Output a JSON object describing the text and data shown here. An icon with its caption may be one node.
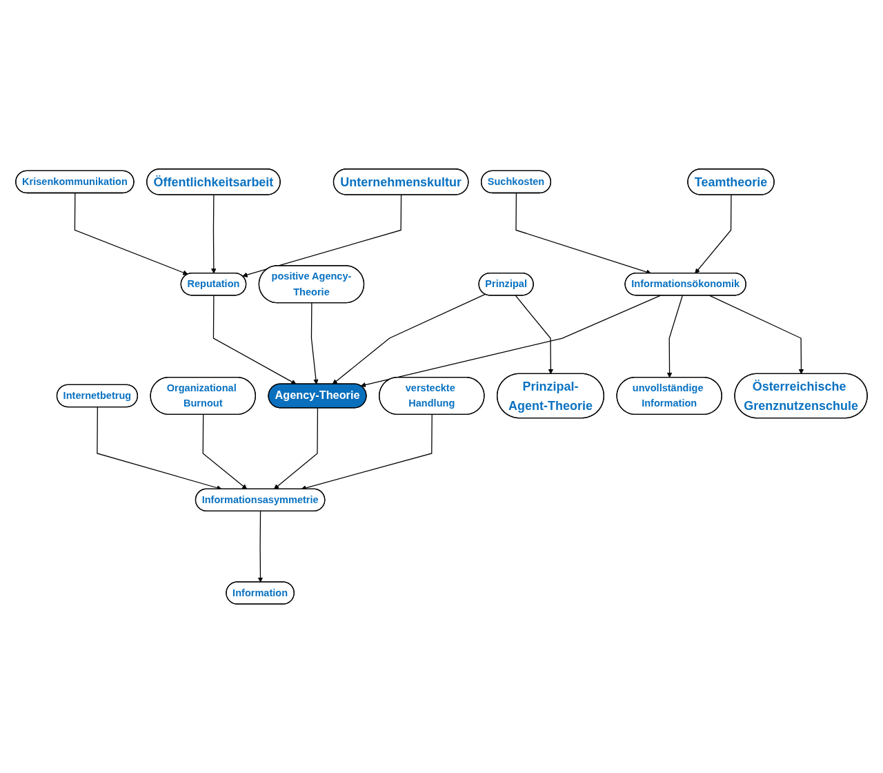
{
  "diagram": {
    "nodes": [
      {
        "text": [
          "Öffentlichkeitsarbeit"
        ]
      },
      {
        "text": [
          "Krisenkommunikation"
        ]
      },
      {
        "text": [
          "Internetbetrug"
        ]
      },
      {
        "text": [
          "Organizational Burnout"
        ]
      },
      {
        "text": [
          "Unternehmenskultur"
        ]
      },
      {
        "text": [
          "Reputation"
        ]
      },
      {
        "text": [
          "positive Agency-Theorie"
        ]
      },
      {
        "text": [
          "Informationsasymmetrie"
        ]
      },
      {
        "text": [
          "Information"
        ]
      },
      {
        "text": [
          "Agency-Theorie"
        ]
      },
      {
        "text": [
          "versteckte Handlung"
        ]
      },
      {
        "text": [
          "unvollständige Information"
        ]
      },
      {
        "text": [
          "Prinzipal"
        ]
      },
      {
        "text": [
          "Informationsökonomik"
        ]
      },
      {
        "text": [
          "Suchkosten"
        ]
      },
      {
        "text": [
          "Prinzipal-Agent-Theorie"
        ]
      },
      {
        "text": [
          "Teamtheorie"
        ]
      },
      {
        "text": [
          "Österreichische Grenznutzenschule"
        ]
      }
    ],
    "edges": [
      {
        "from": 1,
        "to": 5,
        "arrow": "to"
      },
      {
        "from": 0,
        "to": 5,
        "arrow": "to"
      },
      {
        "from": 4,
        "to": 5,
        "arrow": "to"
      },
      {
        "from": 5,
        "to": 9,
        "arrow": "to"
      },
      {
        "from": 6,
        "to": 9,
        "arrow": "to"
      },
      {
        "from": 9,
        "to": 7,
        "arrow": "to"
      },
      {
        "from": 2,
        "to": 7,
        "arrow": "to"
      },
      {
        "from": 3,
        "to": 7,
        "arrow": "to"
      },
      {
        "from": 7,
        "to": 8,
        "arrow": "to"
      },
      {
        "from": 10,
        "to": 7,
        "arrow": "to"
      },
      {
        "from": 13,
        "to": 9,
        "arrow": "to"
      },
      {
        "from": 12,
        "to": 9,
        "arrow": "to"
      },
      {
        "from": 12,
        "to": 15,
        "arrow": "to"
      },
      {
        "from": 13,
        "to": 11,
        "arrow": "to"
      },
      {
        "from": 14,
        "to": 13,
        "arrow": "to"
      },
      {
        "from": 13,
        "to": 17,
        "arrow": "to"
      },
      {
        "from": 16,
        "to": 13,
        "arrow": "to"
      }
    ]
  }
}
